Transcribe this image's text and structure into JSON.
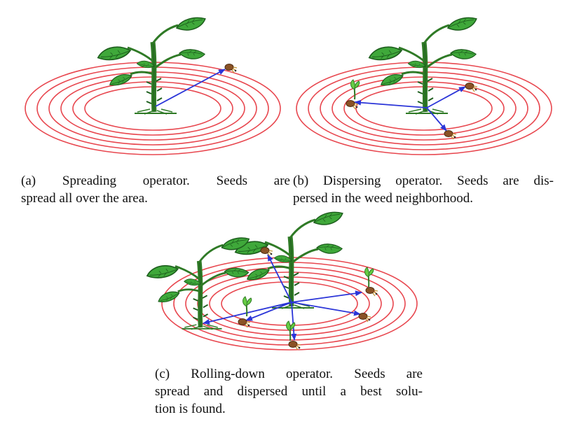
{
  "captions": {
    "a": {
      "line1": "(a)  Spreading  operator.     Seeds  are",
      "line2": "spread all over the area."
    },
    "b": {
      "line1": "(b) Dispersing operator. Seeds are dis-",
      "line2": "persed in the weed neighborhood."
    },
    "c": {
      "line1": "(c) Rolling-down operator.  Seeds are",
      "line2": "spread and dispersed until a best solu-",
      "line3": "tion is found."
    }
  },
  "colors": {
    "ring": "#e8474f",
    "arrow": "#2b35d8",
    "leaf": "#3fa83a",
    "leaf_dark": "#1d5e1d",
    "stem": "#2f7a26",
    "seed": "#8a5226",
    "sprout": "#66cc44"
  },
  "icons": {
    "plant": "weed-plant-icon",
    "seed": "seed-icon",
    "sprout": "sprout-icon"
  }
}
